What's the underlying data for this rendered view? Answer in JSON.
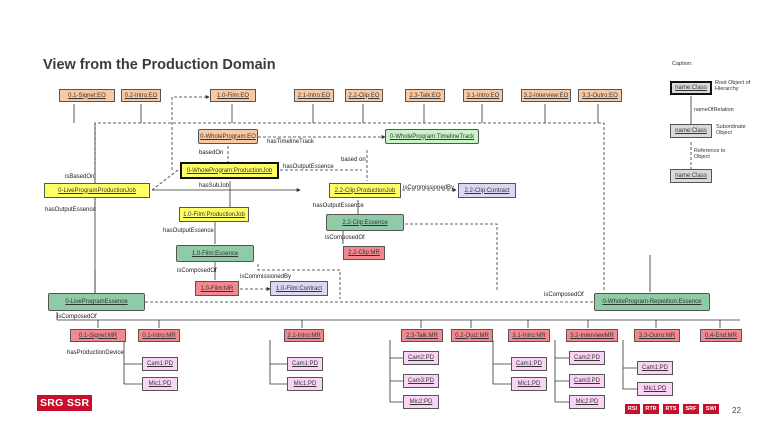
{
  "slide": {
    "title": "View from the Production Domain",
    "page_number": "22",
    "logo_text": "SRG SSR",
    "brands": [
      "RSI",
      "RTR",
      "RTS",
      "SRF",
      "SWI"
    ]
  },
  "caption": {
    "heading": "Caption:",
    "root_box": "name:Class",
    "root_text": "Root Object of Hierarchy",
    "relation_label": "nameOfRelation",
    "subordinate_box": "name:Class",
    "subordinate_text": "Subordinate Object",
    "reference_label": "Reference to Object",
    "reference_box": "name:Class"
  },
  "colors": {
    "orange": "#f9c9a4",
    "yellow": "#ffff66",
    "green": "#8ecba6",
    "pink": "#f3898f",
    "light_pink": "#fad4f5",
    "lavender": "#d9d9f3",
    "light_green": "#c8f4c8",
    "grey": "#d9d9d9"
  },
  "diagram": {
    "nodes": {
      "signet_eo": "0.1-Signet:EO",
      "intro_eo_02": "0.2-Intro:EO",
      "film_eo": "1.0-Film:EO",
      "intro_eo_21": "2.1-Intro:EO",
      "clip_eo_22": "2.2-Clip:EO",
      "talk_eo": "2.3-Talk:EO",
      "intro_eo_31": "3.1-Intro:EO",
      "interview_eo": "3.2-Interview:EO",
      "outro_eo": "3.3-Outro:EO",
      "whole_program_eo": "0-WholeProgram:EO",
      "timeline_track": "0-WholeProgram:TimelineTrack",
      "production_job_root": "0-WholeProgram:ProductionJob",
      "live_production_job": "0-LiveProgramProductionJob",
      "clip_production_job": "2.2-Clip:ProductionJob",
      "clip_contract": "2.2-Clip:Contract",
      "film_production_job": "1.0-Film:ProductionJob",
      "clip_essence": "2.2-Clip:Essence",
      "clip_mr": "2.2-Clip:MR",
      "film_essence": "1.0-Film:Essence",
      "film_mr": "1.0-Film:MR",
      "film_contract": "1.0-Film:Contract",
      "live_essence": "0-LiveProgramEssence",
      "repetition_essence": "0-WholeProgram-Repetition:Essence",
      "signet_mr": "0.1-Signet:MR",
      "intro_mr_01": "0.1-Intro:MR",
      "intro_mr_21": "2.1-Intro:MR",
      "talk_mr": "2.3-Talk:MR",
      "quiz_mr": "0.2-Quiz:MR",
      "intro_mr_31": "3.1-Intro:MR",
      "interview_mr": "3.2-InterviewMR",
      "outro_mr": "3.3-Outro:MR",
      "end_mr": "0.4-End:MR",
      "pd_cam1_a": "Cam1:PD",
      "pd_mic1_a": "Mic1:PD",
      "pd_cam1_b": "Cam1:PD",
      "pd_mic1_b": "Mic1:PD",
      "pd_cam2_c": "Cam2:PD",
      "pd_cam3_c": "Cam3:PD",
      "pd_mic2_c": "Mic2:PD",
      "pd_cam1_d": "Cam1:PD",
      "pd_mic1_d": "Mic1:PD",
      "pd_cam2_e": "Cam2:PD",
      "pd_cam3_e": "Cam3:PD",
      "pd_mic2_e": "Mic2:PD",
      "pd_cam1_f": "Cam1:PD",
      "pd_mic1_f": "Mic1:PD"
    },
    "edge_labels": {
      "has_timeline_track": "hasTimelineTrack",
      "based_on_a": "basedOn",
      "based_on_b": "based on",
      "has_output_essence_top": "hasOutputEssence",
      "is_based_on": "isBasedOn",
      "has_sub_job": "hasSubJob",
      "is_commissioned_by_a": "isCommissionedBy",
      "has_output_essence_left": "hasOutputEssence",
      "has_output_essence_clip": "hasOutputEssence",
      "has_output_essence_film": "hasOutputEssence",
      "is_composed_of_clip": "isComposedOf",
      "is_composed_of_film": "isComposedOf",
      "is_commissioned_by_b": "isCommissionedBy",
      "is_composed_of_repetition": "isComposedOf",
      "is_composed_of_live": "isComposedOf",
      "has_production_device": "hasProductionDevice"
    }
  }
}
